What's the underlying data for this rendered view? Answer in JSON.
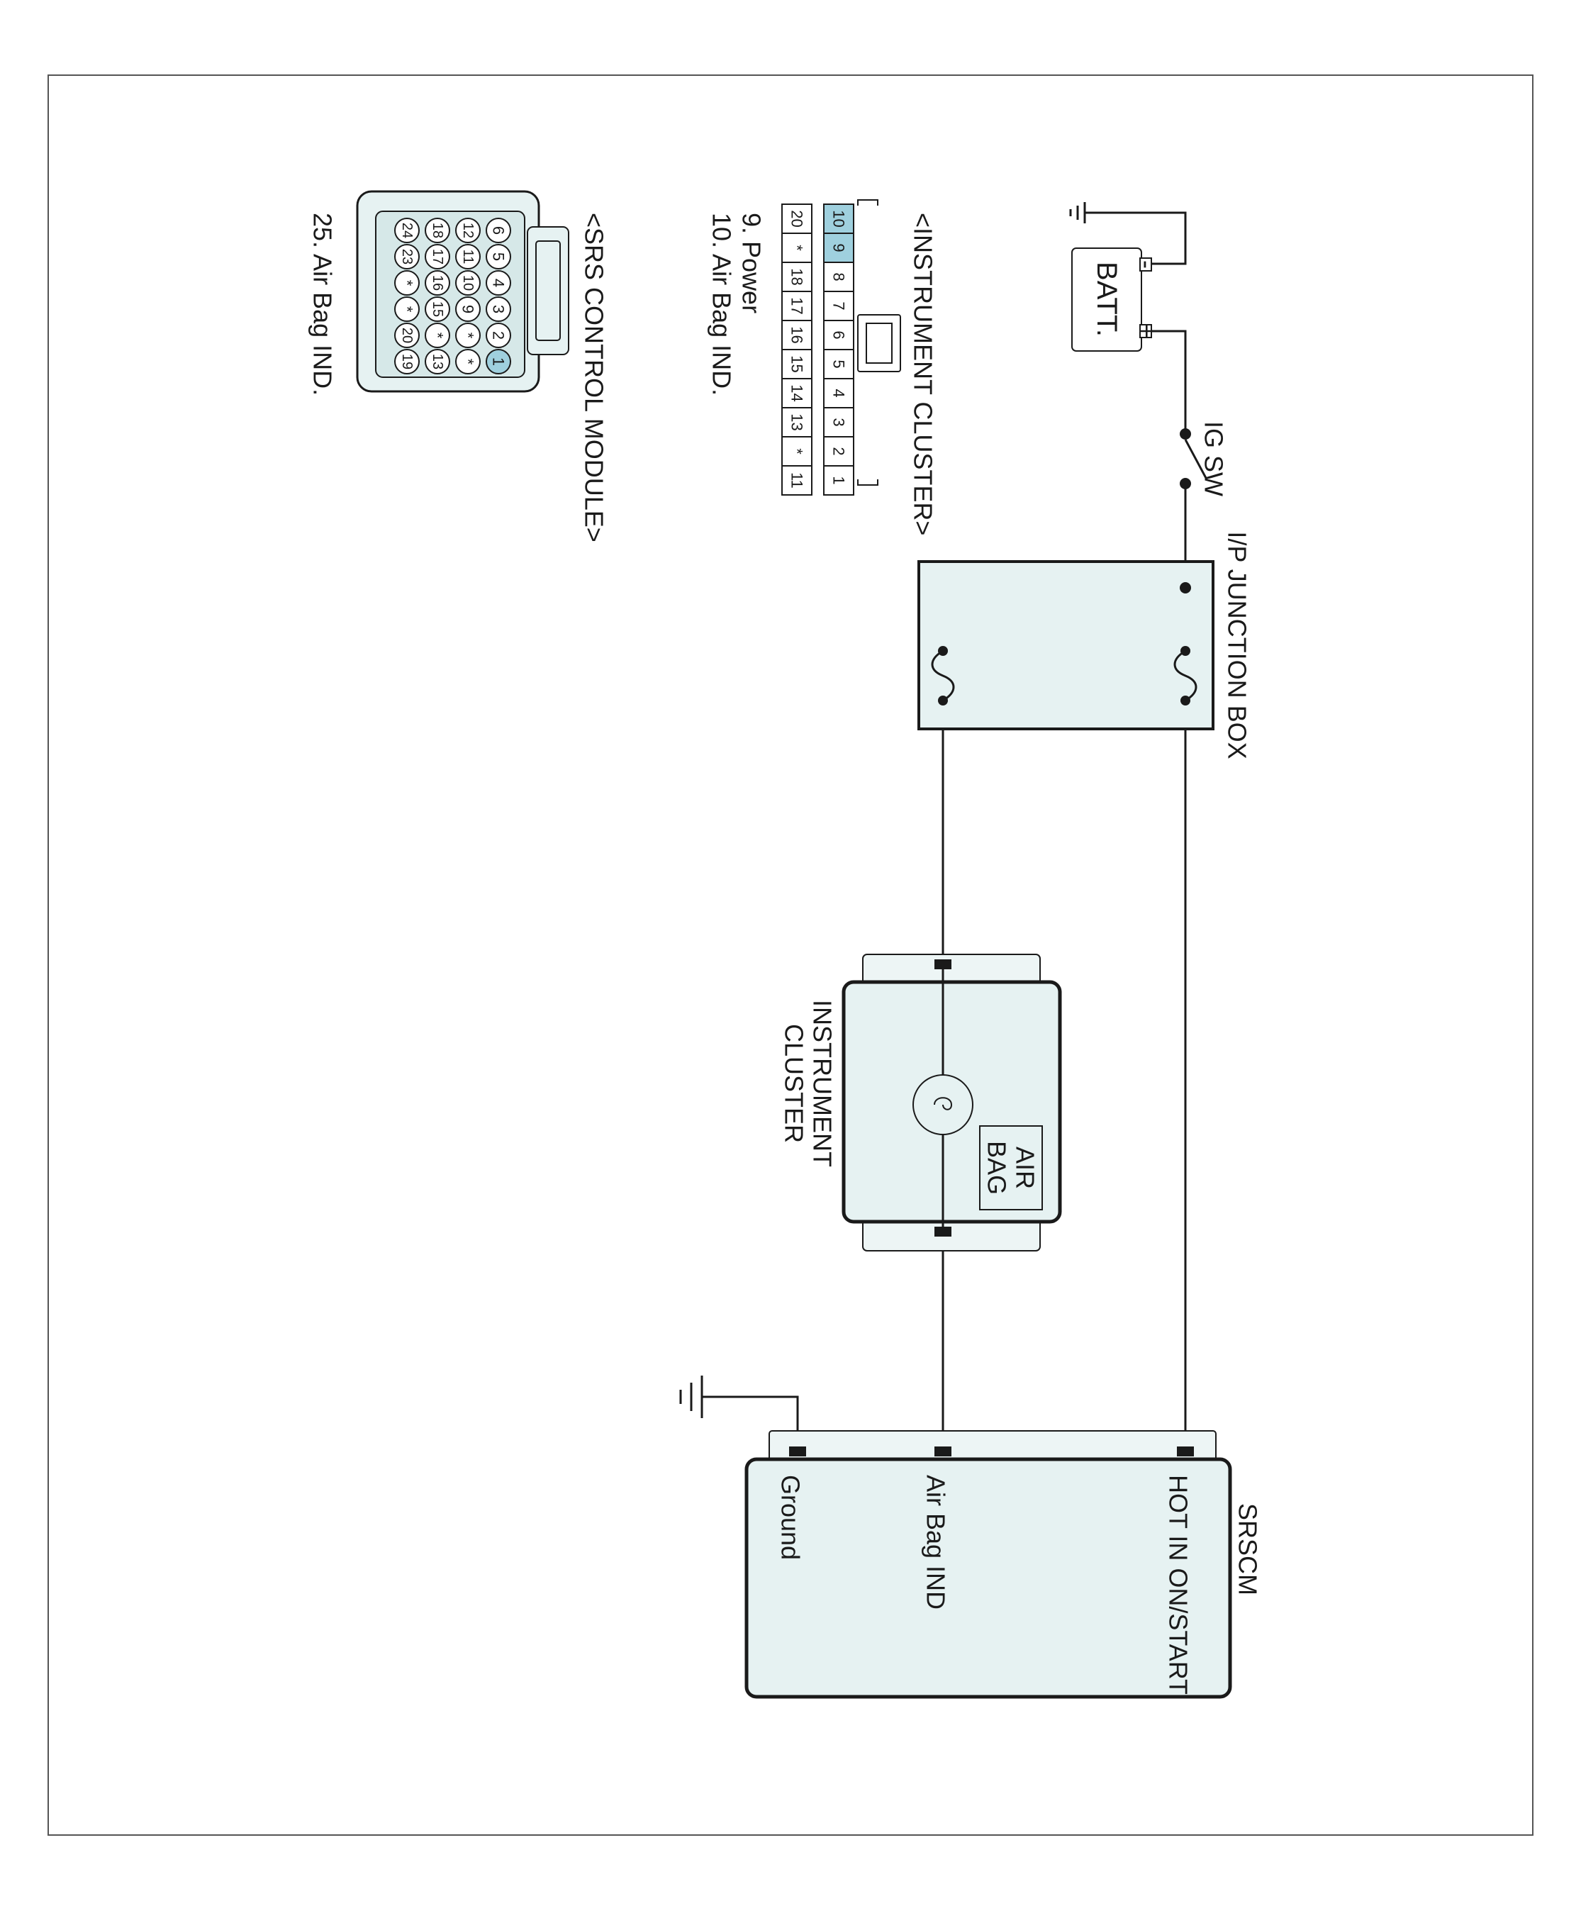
{
  "diagram": {
    "battery": {
      "label": "BATT.",
      "neg": "-",
      "pos": "+"
    },
    "ig_switch": {
      "label": "IG SW"
    },
    "junction_box": {
      "label": "I/P JUNCTION BOX"
    },
    "cluster_box": {
      "label_line1": "INSTRUMENT",
      "label_line2": "CLUSTER",
      "lamp_line1": "AIR",
      "lamp_line2": "BAG"
    },
    "srscm": {
      "label": "SRSCM",
      "pins": [
        "HOT IN ON/START",
        "Air Bag IND",
        "Ground"
      ]
    }
  },
  "connectors": {
    "cluster": {
      "title": "<INSTRUMENT CLUSTER>",
      "top_row": [
        "10",
        "9",
        "8",
        "7",
        "6",
        "5",
        "4",
        "3",
        "2",
        "1"
      ],
      "bottom_row": [
        "20",
        "*",
        "18",
        "17",
        "16",
        "15",
        "14",
        "13",
        "*",
        "11"
      ],
      "highlighted": [
        "10",
        "9"
      ],
      "legend": [
        "9. Power",
        "10. Air Bag IND."
      ]
    },
    "srs": {
      "title": "<SRS CONTROL MODULE>",
      "rows": [
        [
          "6",
          "5",
          "4",
          "3",
          "2",
          "1"
        ],
        [
          "12",
          "11",
          "10",
          "9",
          "*",
          "*"
        ],
        [
          "18",
          "17",
          "16",
          "15",
          "*",
          "13"
        ],
        [
          "24",
          "23",
          "*",
          "*",
          "20",
          "19"
        ]
      ],
      "highlighted": [
        "1"
      ],
      "legend": [
        "25. Air Bag IND."
      ]
    }
  },
  "colors": {
    "fill": "#e6f2f2",
    "highlight": "#9fd0de",
    "line": "#1a1a1a"
  }
}
